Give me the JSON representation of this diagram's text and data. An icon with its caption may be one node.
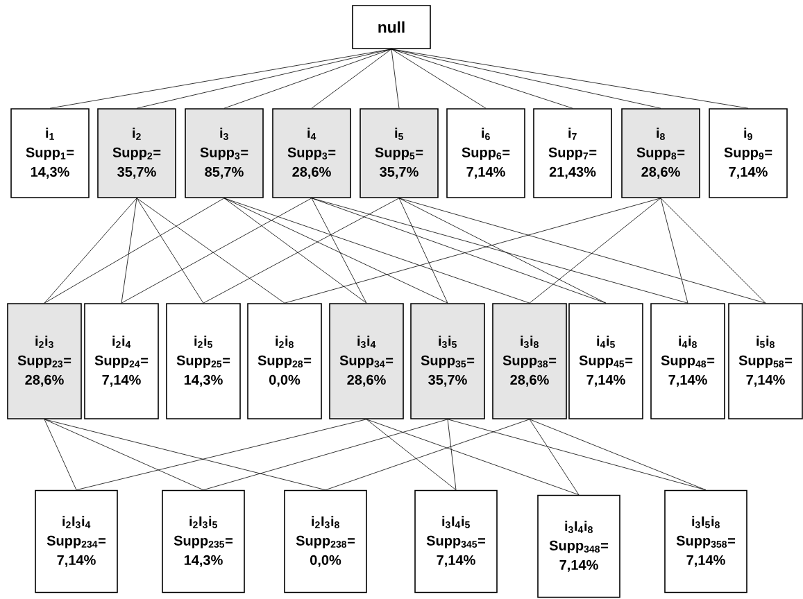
{
  "diagram": {
    "nodes": [
      {
        "text": [
          "null"
        ]
      },
      {
        "text": [
          "i$_{1}$",
          "Supp$_{1}$=",
          "14,3%"
        ]
      },
      {
        "text": [
          "i$_{2}$",
          "Supp$_{2}$=",
          "35,7%"
        ]
      },
      {
        "text": [
          "i$_{3}$",
          "Supp$_{3}$=",
          "85,7%"
        ]
      },
      {
        "text": [
          "i$_{4}$",
          "Supp$_{3}$=",
          "28,6%"
        ]
      },
      {
        "text": [
          "i$_{5}$",
          "Supp$_{5}$=",
          "35,7%"
        ]
      },
      {
        "text": [
          "i$_{6}$",
          "Supp$_{6}$=",
          "7,14%"
        ]
      },
      {
        "text": [
          "i$_{7}$",
          "Supp$_{7}$=",
          "21,43%"
        ]
      },
      {
        "text": [
          "i$_{8}$",
          "Supp$_{8}$=",
          "28,6%"
        ]
      },
      {
        "text": [
          "i$_{9}$",
          "Supp$_{9}$=",
          "7,14%"
        ]
      },
      {
        "text": [
          "i$_{2}$i$_{3}$",
          "Supp$_{23}$=",
          "28,6%"
        ]
      },
      {
        "text": [
          "i$_{2}$i$_{4}$",
          "Supp$_{24}$=",
          "7,14%"
        ]
      },
      {
        "text": [
          "i$_{2}$i$_{5}$",
          "Supp$_{25}$=",
          "14,3%"
        ]
      },
      {
        "text": [
          "i$_{2}$i$_{8}$",
          "Supp$_{28}$=",
          "0,0%"
        ]
      },
      {
        "text": [
          "i$_{3}$i$_{4}$",
          "Supp$_{34}$=",
          "28,6%"
        ]
      },
      {
        "text": [
          "i$_{3}$i$_{5}$",
          "Supp$_{35}$=",
          "35,7%"
        ]
      },
      {
        "text": [
          "i$_{3}$i$_{8}$",
          "Supp$_{38}$=",
          "28,6%"
        ]
      },
      {
        "text": [
          "i$_{4}$i$_{5}$",
          "Supp$_{45}$=",
          "7,14%"
        ]
      },
      {
        "text": [
          "i$_{4}$i$_{8}$",
          "Supp$_{48}$=",
          "7,14%"
        ]
      },
      {
        "text": [
          "i$_{5}$i$_{8}$",
          "Supp$_{58}$=",
          "7,14%"
        ]
      },
      {
        "text": [
          "i$_{2}$I$_{3}$i$_{4}$",
          "Supp$_{234}$=",
          "7,14%"
        ]
      },
      {
        "text": [
          "i$_{2}$I$_{3}$i$_{5}$",
          "Supp$_{235}$=",
          "14,3%"
        ]
      },
      {
        "text": [
          "i$_{2}$I$_{3}$i$_{8}$",
          "Supp$_{238}$=",
          "0,0%"
        ]
      },
      {
        "text": [
          "i$_{3}$I$_{4}$i$_{5}$",
          "Supp$_{345}$=",
          "7,14%"
        ]
      },
      {
        "text": [
          "i$_{3}$I$_{4}$i$_{8}$",
          "Supp$_{348}$=",
          "7,14%"
        ]
      },
      {
        "text": [
          "i$_{3}$I$_{5}$i$_{8}$",
          "Supp$_{358}$=",
          "7,14%"
        ]
      }
    ],
    "edges": [
      {
        "from": 0,
        "to": 1,
        "arrow": "none"
      },
      {
        "from": 0,
        "to": 2,
        "arrow": "none"
      },
      {
        "from": 0,
        "to": 3,
        "arrow": "none"
      },
      {
        "from": 0,
        "to": 4,
        "arrow": "none"
      },
      {
        "from": 0,
        "to": 5,
        "arrow": "none"
      },
      {
        "from": 0,
        "to": 6,
        "arrow": "none"
      },
      {
        "from": 0,
        "to": 7,
        "arrow": "none"
      },
      {
        "from": 0,
        "to": 8,
        "arrow": "none"
      },
      {
        "from": 0,
        "to": 9,
        "arrow": "none"
      },
      {
        "from": 2,
        "to": 10,
        "arrow": "none"
      },
      {
        "from": 2,
        "to": 11,
        "arrow": "none"
      },
      {
        "from": 2,
        "to": 12,
        "arrow": "none"
      },
      {
        "from": 2,
        "to": 13,
        "arrow": "none"
      },
      {
        "from": 3,
        "to": 10,
        "arrow": "none"
      },
      {
        "from": 3,
        "to": 14,
        "arrow": "none"
      },
      {
        "from": 3,
        "to": 15,
        "arrow": "none"
      },
      {
        "from": 3,
        "to": 16,
        "arrow": "none"
      },
      {
        "from": 4,
        "to": 11,
        "arrow": "none"
      },
      {
        "from": 4,
        "to": 14,
        "arrow": "none"
      },
      {
        "from": 4,
        "to": 17,
        "arrow": "none"
      },
      {
        "from": 4,
        "to": 18,
        "arrow": "none"
      },
      {
        "from": 5,
        "to": 12,
        "arrow": "none"
      },
      {
        "from": 5,
        "to": 15,
        "arrow": "none"
      },
      {
        "from": 5,
        "to": 17,
        "arrow": "none"
      },
      {
        "from": 5,
        "to": 19,
        "arrow": "none"
      },
      {
        "from": 8,
        "to": 13,
        "arrow": "none"
      },
      {
        "from": 8,
        "to": 16,
        "arrow": "none"
      },
      {
        "from": 8,
        "to": 18,
        "arrow": "none"
      },
      {
        "from": 8,
        "to": 19,
        "arrow": "none"
      },
      {
        "from": 10,
        "to": 20,
        "arrow": "none"
      },
      {
        "from": 10,
        "to": 21,
        "arrow": "none"
      },
      {
        "from": 10,
        "to": 22,
        "arrow": "none"
      },
      {
        "from": 14,
        "to": 20,
        "arrow": "none"
      },
      {
        "from": 14,
        "to": 23,
        "arrow": "none"
      },
      {
        "from": 14,
        "to": 24,
        "arrow": "none"
      },
      {
        "from": 15,
        "to": 21,
        "arrow": "none"
      },
      {
        "from": 15,
        "to": 23,
        "arrow": "none"
      },
      {
        "from": 15,
        "to": 25,
        "arrow": "none"
      },
      {
        "from": 16,
        "to": 22,
        "arrow": "none"
      },
      {
        "from": 16,
        "to": 24,
        "arrow": "none"
      },
      {
        "from": 16,
        "to": 25,
        "arrow": "none"
      }
    ]
  }
}
